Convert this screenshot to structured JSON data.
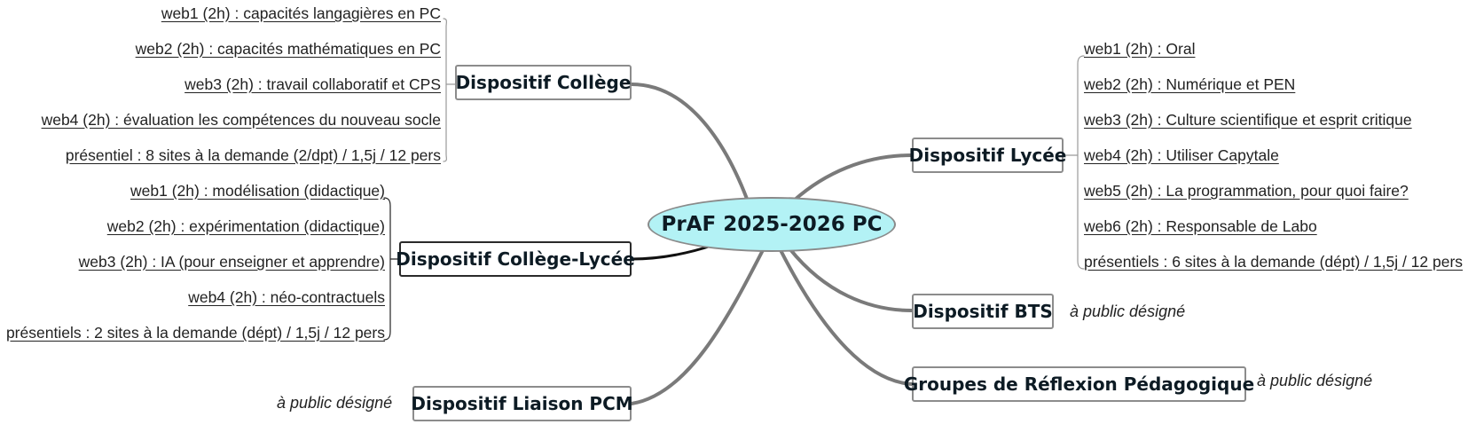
{
  "central": {
    "title": "PrAF 2025-2026 PC"
  },
  "branches": {
    "college": {
      "label": "Dispositif Collège",
      "items": [
        "web1 (2h) : capacités langagières en PC",
        "web2 (2h) : capacités mathématiques en PC",
        "web3 (2h) : travail collaboratif et CPS",
        "web4 (2h) : évaluation les compétences du nouveau socle",
        "présentiel : 8 sites à la demande (2/dpt) / 1,5j / 12 pers"
      ]
    },
    "college_lycee": {
      "label": "Dispositif Collège-Lycée",
      "items": [
        "web1 (2h) : modélisation (didactique)",
        "web2 (2h) : expérimentation (didactique)",
        "web3 (2h)  : IA (pour enseigner et apprendre)",
        "web4 (2h)  : néo-contractuels",
        "présentiels : 2 sites à la demande (dépt) / 1,5j / 12 pers"
      ]
    },
    "liaison": {
      "label": "Dispositif Liaison PCM",
      "note": "à public désigné"
    },
    "lycee": {
      "label": "Dispositif Lycée",
      "items": [
        "web1 (2h) : Oral",
        "web2 (2h) : Numérique et PEN",
        "web3 (2h) : Culture scientifique et esprit critique",
        "web4 (2h) : Utiliser Capytale",
        "web5 (2h) : La programmation, pour quoi faire?",
        "web6 (2h) : Responsable de Labo",
        "présentiels : 6 sites à la demande (dépt) / 1,5j / 12 pers"
      ]
    },
    "bts": {
      "label": "Dispositif BTS",
      "note": "à public désigné"
    },
    "grp": {
      "label": "Groupes de Réflexion Pédagogique",
      "note": "à public désigné"
    }
  }
}
